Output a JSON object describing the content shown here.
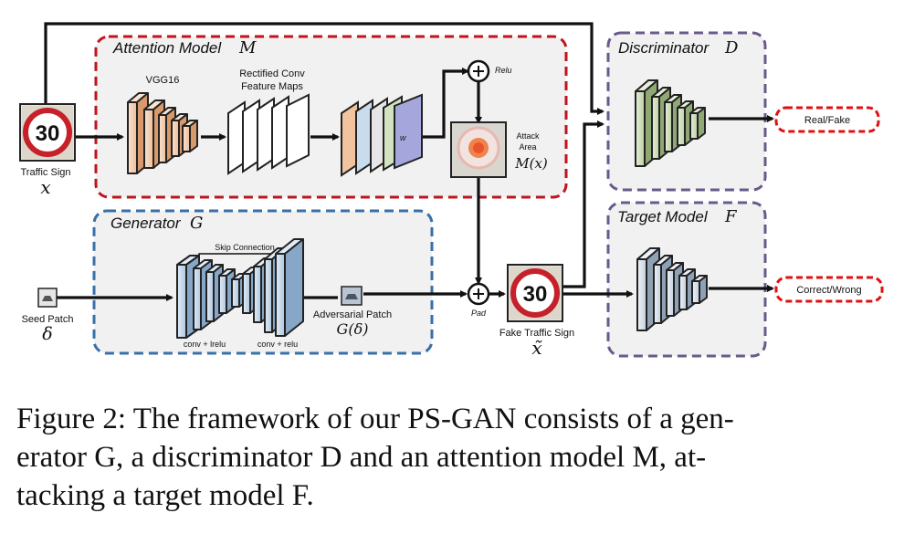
{
  "boxes": {
    "attention": {
      "title": "Attention Model",
      "symbol": "M"
    },
    "generator": {
      "title": "Generator",
      "symbol": "G"
    },
    "discriminator": {
      "title": "Discriminator",
      "symbol": "D"
    },
    "target": {
      "title": "Target Model",
      "symbol": "F"
    }
  },
  "labels": {
    "vgg16": "VGG16",
    "rect_conv_1": "Rectified Conv",
    "rect_conv_2": "Feature Maps",
    "relu": "Relu",
    "w": "w",
    "attack_area_1": "Attack",
    "attack_area_2": "Area",
    "attack_area_math": "M(x)",
    "traffic_sign": "Traffic Sign",
    "traffic_sign_math": "x",
    "skip_connection": "Skip Connection",
    "conv_lrelu": "conv + lrelu",
    "conv_relu": "conv + relu",
    "seed_patch": "Seed Patch",
    "seed_patch_math": "δ",
    "adversarial_patch": "Adversarial Patch",
    "adversarial_patch_math": "G(δ)",
    "pad": "Pad",
    "fake_sign": "Fake Traffic Sign",
    "fake_sign_math": "x̃",
    "sign_number": "30"
  },
  "outputs": {
    "real_fake": "Real/Fake",
    "correct_wrong": "Correct/Wrong"
  },
  "caption": {
    "line1": "Figure 2: The framework of our PS-GAN consists of a gen-",
    "line2": "erator G, a discriminator D and an attention model M, at-",
    "line3": "tacking a target model F."
  },
  "colors": {
    "attention_border": "#c0141c",
    "generator_border": "#3a6fa8",
    "discriminator_border": "#6a5a8c",
    "output_border": "#e01010",
    "vgg_fill": "#f6d3b8",
    "gen_fill": "#c9d9ea",
    "disc_fill": "#d7e2c4",
    "target_fill": "#dde5ee",
    "sign_red": "#c6202a"
  }
}
